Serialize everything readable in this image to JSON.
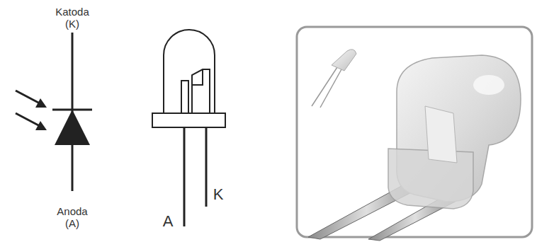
{
  "diagram": {
    "labels": [
      "Katoda (K)",
      "Anoda (A)",
      "A",
      "K"
    ]
  }
}
